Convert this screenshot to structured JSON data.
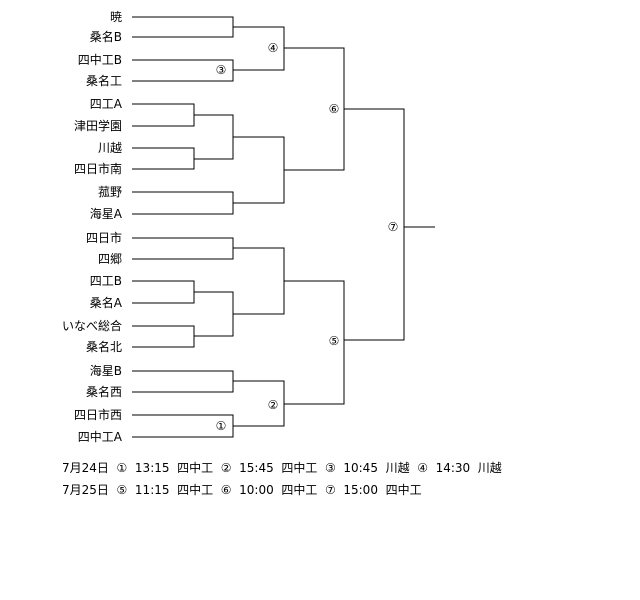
{
  "teams": [
    "暁",
    "桑名B",
    "四中工B",
    "桑名工",
    "四工A",
    "津田学園",
    "川越",
    "四日市南",
    "菰野",
    "海星A",
    "四日市",
    "四郷",
    "四工B",
    "桑名A",
    "いなべ総合",
    "桑名北",
    "海星B",
    "桑名西",
    "四日市西",
    "四中工A"
  ],
  "match_labels": {
    "m1": "①",
    "m2": "②",
    "m3": "③",
    "m4": "④",
    "m5": "⑤",
    "m6": "⑥",
    "m7": "⑦"
  },
  "schedule": {
    "line1": "7月24日  ①  13:15  四中工  ②  15:45  四中工  ③  10:45  川越  ④  14:30  川越",
    "line2": "7月25日  ⑤  11:15  四中工  ⑥  10:00  四中工  ⑦  15:00  四中工"
  }
}
